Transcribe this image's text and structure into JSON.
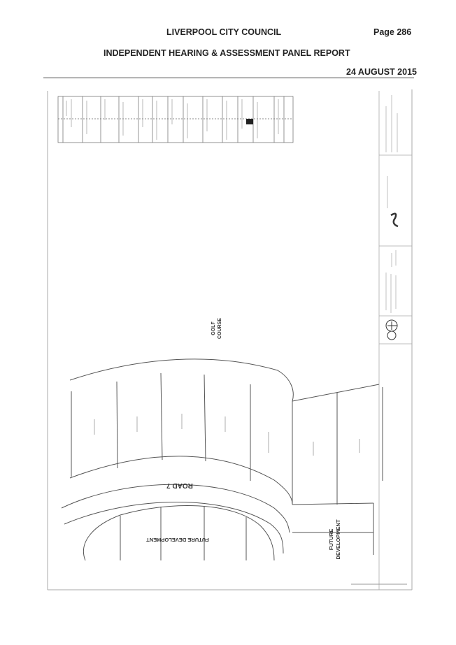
{
  "header": {
    "council": "LIVERPOOL CITY COUNCIL",
    "page": "Page 286",
    "panel": "INDEPENDENT HEARING & ASSESSMENT PANEL REPORT",
    "date": "24 AUGUST 2015"
  },
  "plan": {
    "golf_course": [
      "GOLF",
      "COURSE"
    ],
    "road": "ROAD 7",
    "future_development": "FUTURE DEVELOPMENT",
    "future_development_stacked": [
      "FUTURE",
      "DEVELOPMENT"
    ]
  }
}
